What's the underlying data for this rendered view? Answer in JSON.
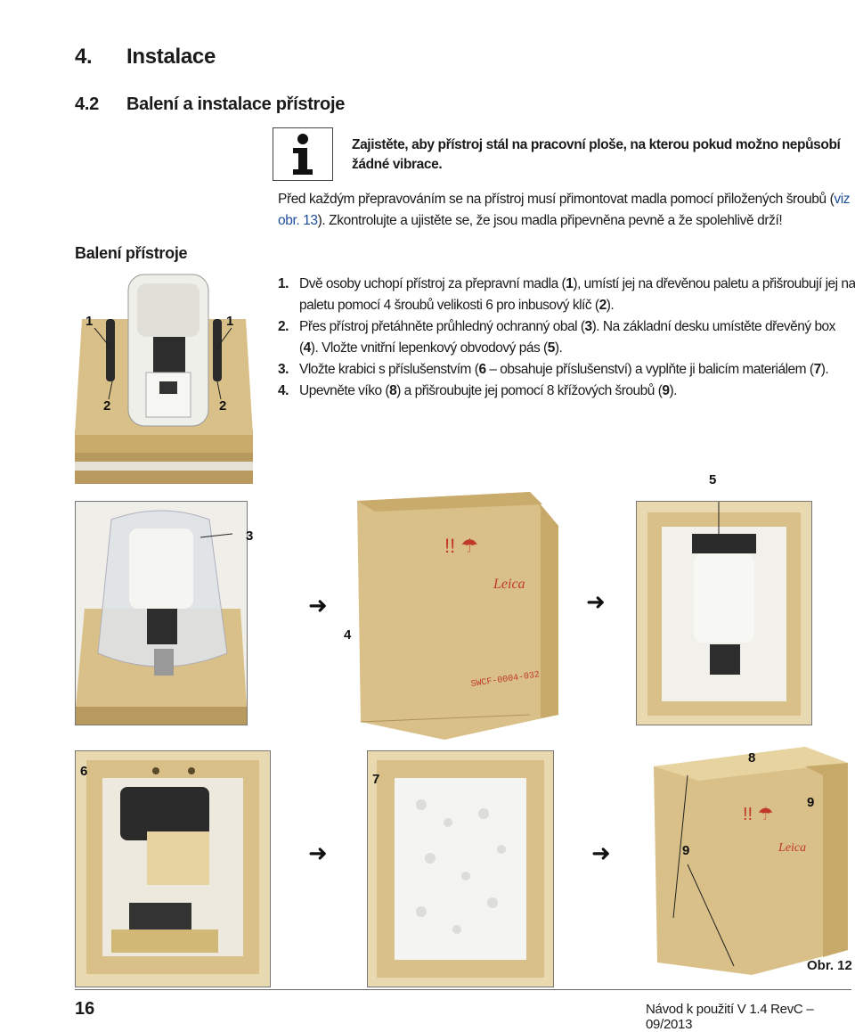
{
  "section": {
    "number": "4.",
    "title": "Instalace"
  },
  "subsection": {
    "number": "4.2",
    "title": "Balení a instalace přístroje"
  },
  "note": {
    "icon": "info-icon",
    "text": "Zajistěte, aby přístroj stál na pracovní ploše, na kterou pokud možno nepůsobí žádné vibrace."
  },
  "intro": {
    "part1": "Před každým přepravováním se na přístroj musí přimontovat madla pomocí přiložených šroubů (",
    "link": "viz obr. 13",
    "part2": "). Zkontrolujte a ujistěte se, že jsou madla připevněna pevně a že spolehlivě drží!"
  },
  "side_label": "Balení přístroje",
  "steps": [
    {
      "n": "1.",
      "segments": [
        {
          "t": "Dvě osoby uchopí přístroj za přepravní madla ("
        },
        {
          "t": "1",
          "b": true
        },
        {
          "t": "), umístí jej na dřevěnou paletu a přišroubují jej na paletu pomocí 4 šroubů velikosti 6 pro inbusový klíč ("
        },
        {
          "t": "2",
          "b": true
        },
        {
          "t": ")."
        }
      ]
    },
    {
      "n": "2.",
      "segments": [
        {
          "t": "Přes přístroj přetáhněte průhledný ochranný obal ("
        },
        {
          "t": "3",
          "b": true
        },
        {
          "t": "). Na základní desku umístěte dřevěný box ("
        },
        {
          "t": "4",
          "b": true
        },
        {
          "t": "). Vložte vnitřní lepenkový obvodový pás ("
        },
        {
          "t": "5",
          "b": true
        },
        {
          "t": ")."
        }
      ]
    },
    {
      "n": "3.",
      "segments": [
        {
          "t": "Vložte krabici s příslušenstvím ("
        },
        {
          "t": "6",
          "b": true
        },
        {
          "t": " – obsahuje příslušenství) a vyplňte ji balicím materiálem ("
        },
        {
          "t": "7",
          "b": true
        },
        {
          "t": ")."
        }
      ]
    },
    {
      "n": "4.",
      "segments": [
        {
          "t": "Upevněte víko ("
        },
        {
          "t": "8",
          "b": true
        },
        {
          "t": ") a přišroubujte jej pomocí 8 křížových šroubů ("
        },
        {
          "t": "9",
          "b": true
        },
        {
          "t": ")."
        }
      ]
    }
  ],
  "callouts": {
    "c1a": "1",
    "c1b": "1",
    "c2a": "2",
    "c2b": "2",
    "c3": "3",
    "c4": "4",
    "c5": "5",
    "c6": "6",
    "c7": "7",
    "c8": "8",
    "c9a": "9",
    "c9b": "9"
  },
  "arrow_glyph": "➜",
  "figure_label": "Obr. 12",
  "page_number": "16",
  "footer": "Návod k použití V 1.4 RevC – 09/2013",
  "colors": {
    "wood": "#d9c089",
    "wood_dark": "#b89a5e",
    "link": "#1d4f9c",
    "stencil_red": "#c0392b"
  }
}
